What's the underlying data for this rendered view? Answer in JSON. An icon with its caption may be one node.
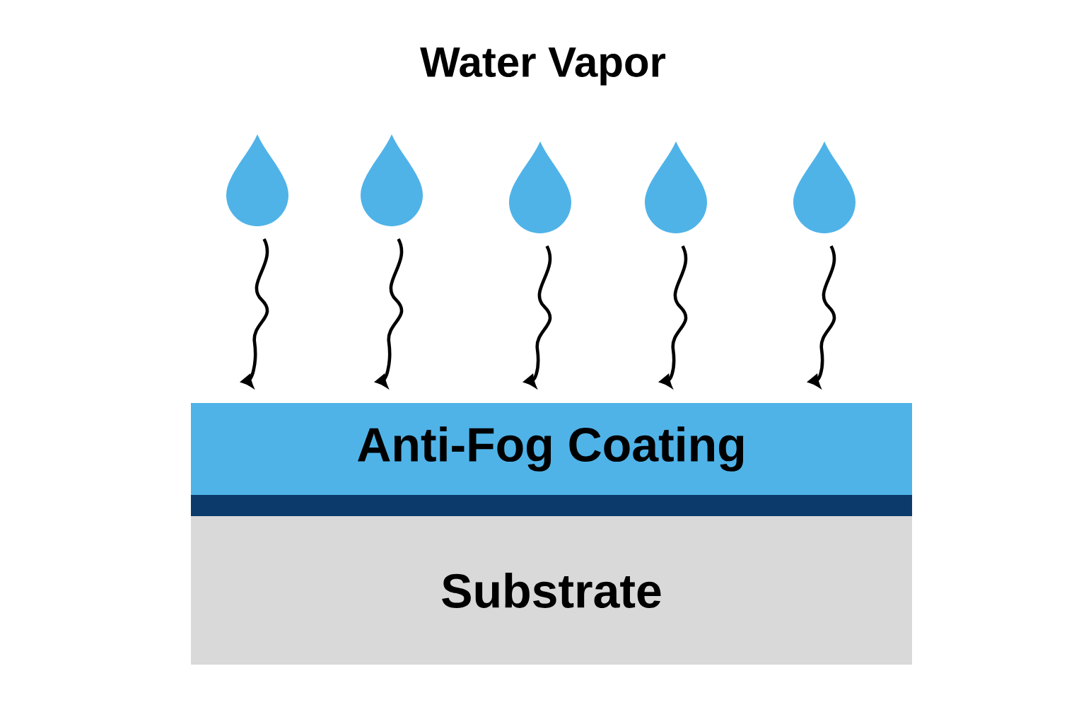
{
  "diagram": {
    "title": "Water Vapor",
    "nodes": [
      {
        "text": [],
        "shape": "droplet"
      },
      {
        "text": [],
        "shape": "droplet"
      },
      {
        "text": [],
        "shape": "droplet"
      },
      {
        "text": [],
        "shape": "droplet"
      },
      {
        "text": [],
        "shape": "droplet"
      },
      {
        "text": [
          "Anti-Fog Coating"
        ]
      },
      {
        "text": [],
        "shape": "band"
      },
      {
        "text": [
          "Substrate"
        ]
      }
    ],
    "edges": [
      {
        "from": 0,
        "to": 5,
        "arrow": "to"
      },
      {
        "from": 1,
        "to": 5,
        "arrow": "to"
      },
      {
        "from": 2,
        "to": 5,
        "arrow": "to"
      },
      {
        "from": 3,
        "to": 5,
        "arrow": "to"
      },
      {
        "from": 4,
        "to": 5,
        "arrow": "to"
      }
    ]
  }
}
